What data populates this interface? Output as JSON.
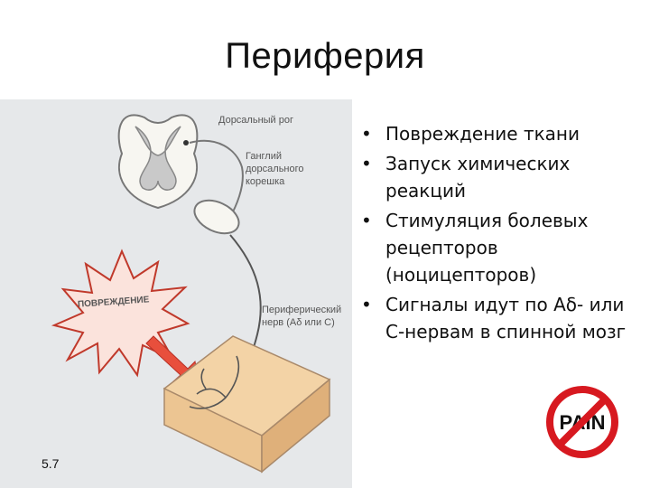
{
  "slide": {
    "title": "Периферия",
    "page_number": "5.7"
  },
  "figure": {
    "labels": {
      "dorsal_horn": "Дорсальный рог",
      "ganglion": "Ганглий\nдорсального\nкорешка",
      "damage": "ПОВРЕЖДЕНИЕ",
      "peripheral_nerve": "Периферический\nнерв (Аδ или С)"
    },
    "colors": {
      "background": "#e6e8ea",
      "burst_fill": "#fbe3dc",
      "burst_stroke": "#c0392b",
      "arrow": "#e84f3c",
      "skin": "#f3d3a6"
    }
  },
  "bullets": [
    "Повреждение ткани",
    "Запуск химических реакций",
    "Стимуляция болевых рецепторов (ноцицепторов)",
    "Сигналы идут по Аδ- или С-нервам в спинной мозг"
  ],
  "pain_sign": {
    "text": "PAIN",
    "color": "#d71920"
  }
}
